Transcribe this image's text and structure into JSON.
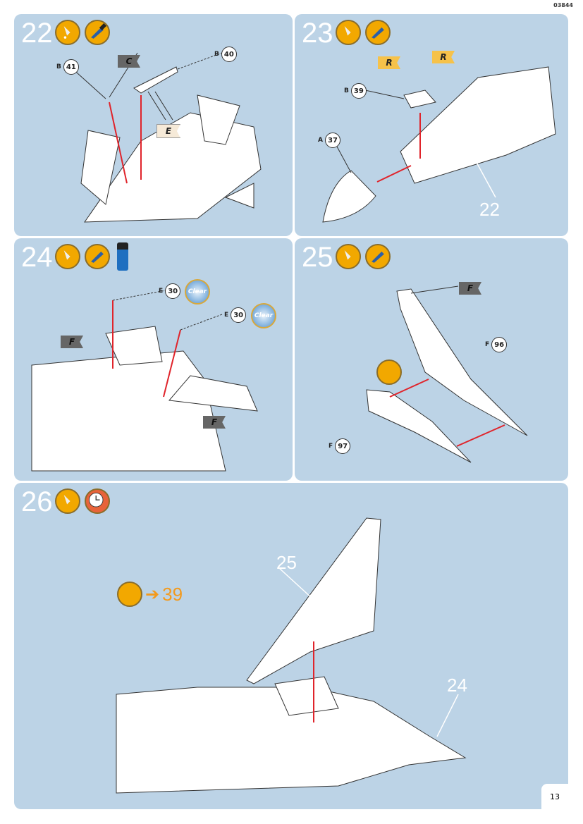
{
  "header": {
    "code": "03844"
  },
  "steps": [
    {
      "number": "22",
      "icons": [
        "glue-icon",
        "paint-brush-icon"
      ],
      "callouts": [
        {
          "letter": "B",
          "num": "41"
        },
        {
          "letter": "B",
          "num": "40"
        }
      ],
      "flags": [
        "C",
        "E"
      ]
    },
    {
      "number": "23",
      "icons": [
        "glue-icon",
        "paint-brush-icon"
      ],
      "callouts": [
        {
          "letter": "B",
          "num": "39"
        },
        {
          "letter": "A",
          "num": "37"
        }
      ],
      "flags": [
        "R",
        "R"
      ],
      "ref": "22"
    },
    {
      "number": "24",
      "icons": [
        "glue-icon",
        "paint-brush-icon",
        "clear-paint-bottle-icon"
      ],
      "callouts": [
        {
          "letter": "E",
          "num": "30"
        },
        {
          "letter": "E",
          "num": "30"
        }
      ],
      "flags": [
        "F",
        "F"
      ],
      "clear_label": "Clear"
    },
    {
      "number": "25",
      "icons": [
        "glue-icon",
        "paint-brush-icon"
      ],
      "callouts": [
        {
          "letter": "F",
          "num": "96"
        },
        {
          "letter": "F",
          "num": "97"
        }
      ],
      "flags": [
        "F"
      ]
    },
    {
      "number": "26",
      "icons": [
        "glue-icon",
        "drying-clock-icon"
      ],
      "refs": [
        "25",
        "24"
      ],
      "goto": "39"
    }
  ],
  "footer": {
    "page": "13"
  },
  "colors": {
    "panel": "#bcd3e6",
    "arrow": "#e0242b",
    "accent": "#f39a1d"
  }
}
